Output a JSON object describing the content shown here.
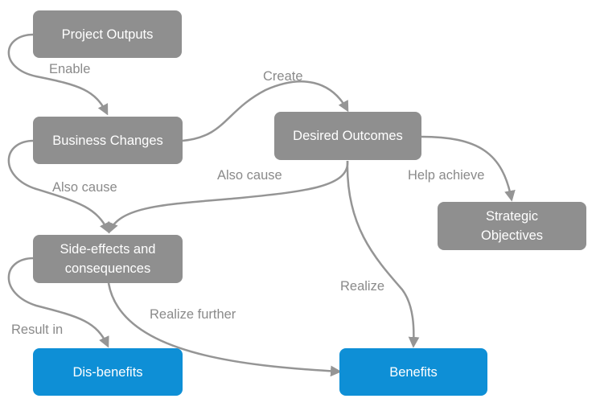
{
  "diagram": {
    "nodes": {
      "project_outputs": "Project Outputs",
      "business_changes": "Business Changes",
      "desired_outcomes": "Desired Outcomes",
      "strategic_objectives": "Strategic\nObjectives",
      "side_effects": "Side-effects and\nconsequences",
      "dis_benefits": "Dis-benefits",
      "benefits": "Benefits"
    },
    "edges": [
      {
        "from": "Project Outputs",
        "to": "Business Changes",
        "label": "Enable"
      },
      {
        "from": "Business Changes",
        "to": "Desired Outcomes",
        "label": "Create"
      },
      {
        "from": "Business Changes",
        "to": "Side-effects and consequences",
        "label": "Also cause"
      },
      {
        "from": "Desired Outcomes",
        "to": "Side-effects and consequences",
        "label": "Also cause"
      },
      {
        "from": "Desired Outcomes",
        "to": "Strategic Objectives",
        "label": "Help achieve"
      },
      {
        "from": "Desired Outcomes",
        "to": "Benefits",
        "label": "Realize"
      },
      {
        "from": "Side-effects and consequences",
        "to": "Dis-benefits",
        "label": "Result in"
      },
      {
        "from": "Side-effects and consequences",
        "to": "Benefits",
        "label": "Realize further"
      }
    ],
    "colors": {
      "node_gray": "#8f8f8f",
      "node_blue": "#0e8fd6",
      "edge": "#959595",
      "label": "#8a8a8a"
    }
  }
}
